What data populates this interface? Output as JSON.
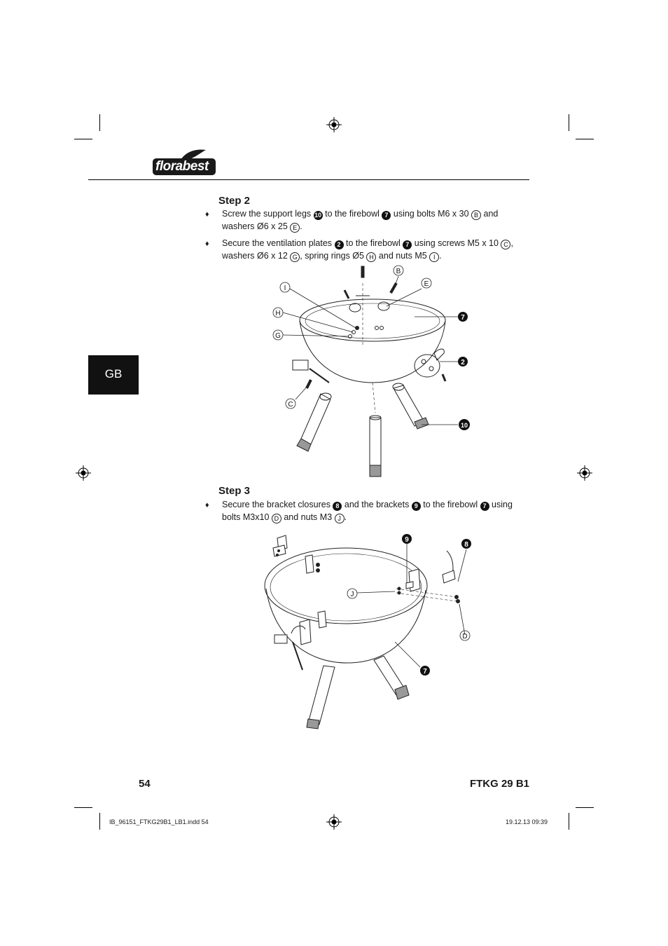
{
  "brand": {
    "logo_text": "florabest"
  },
  "language_tab": "GB",
  "step2": {
    "title": "Step 2",
    "bullet_symbol": "♦",
    "item1": {
      "t1": "Screw the support legs ",
      "n1": "10",
      "t2": " to the firebowl ",
      "n2": "7",
      "t3": " using bolts M6 x 30 ",
      "l1": "B",
      "t4": " and washers Ø6 x 25 ",
      "l2": "E",
      "t5": "."
    },
    "item2": {
      "t1": "Secure the ventilation plates ",
      "n1": "2",
      "t2": " to the firebowl ",
      "n2": "7",
      "t3": " using screws M5 x 10 ",
      "l1": "C",
      "t4": ", washers Ø6 x 12 ",
      "l2": "G",
      "t5": ", spring rings Ø5 ",
      "l3": "H",
      "t6": " and nuts M5 ",
      "l4": "I",
      "t7": "."
    }
  },
  "step3": {
    "title": "Step 3",
    "bullet_symbol": "♦",
    "item1": {
      "t1": "Secure the bracket closures ",
      "n1": "8",
      "t2": " and the brackets ",
      "n2": "9",
      "t3": " to the firebowl ",
      "n3": "7",
      "t4": " using bolts M3x10 ",
      "l1": "D",
      "t5": " and nuts M3 ",
      "l2": "J",
      "t6": "."
    }
  },
  "figure1_labels": {
    "b": "B",
    "e": "E",
    "i": "I",
    "h": "H",
    "g": "G",
    "c": "C",
    "n7": "7",
    "n2": "2",
    "n10": "10"
  },
  "figure2_labels": {
    "n9": "9",
    "n8": "8",
    "j": "J",
    "d": "D",
    "n7": "7"
  },
  "footer": {
    "page_number": "54",
    "model": "FTKG 29 B1",
    "slug_file": "IB_96151_FTKG29B1_LB1.indd   54",
    "slug_date": "19.12.13   09:39"
  }
}
